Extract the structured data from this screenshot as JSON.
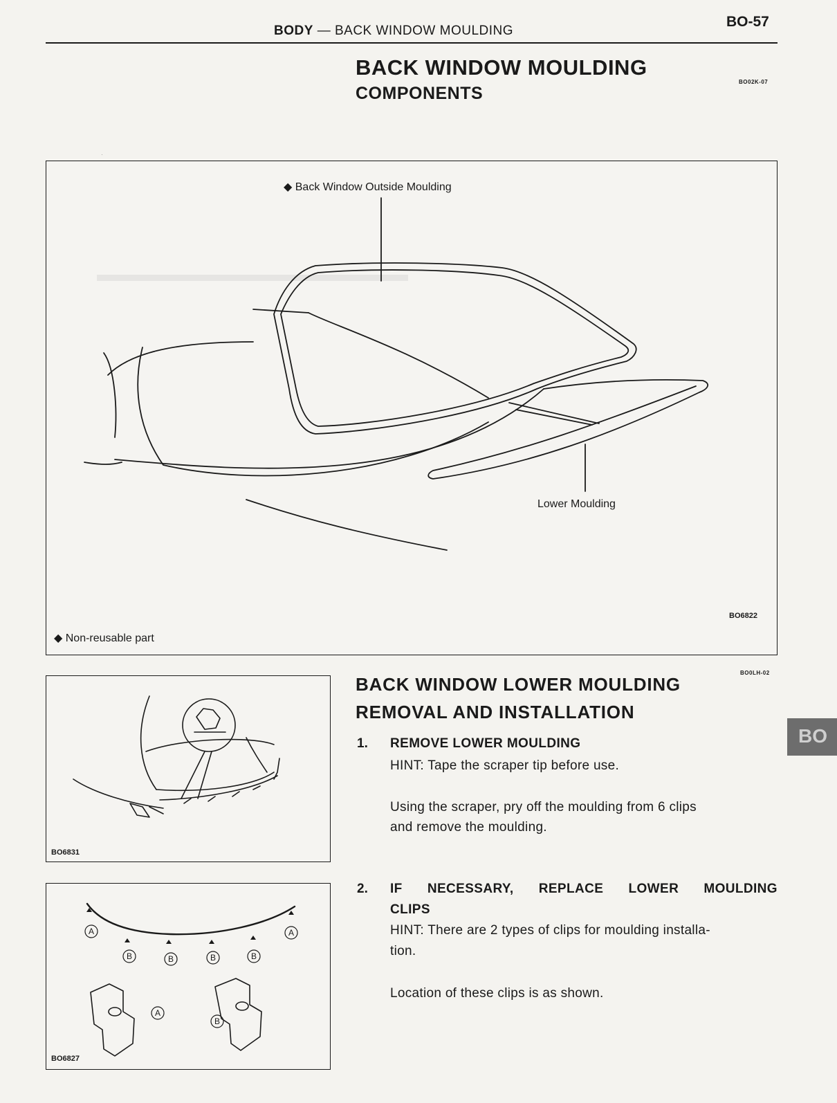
{
  "header": {
    "section": "BODY",
    "dash": "—",
    "topic": "BACK WINDOW MOULDING",
    "page_number": "BO-57"
  },
  "section": {
    "title": "BACK WINDOW MOULDING",
    "subtitle": "COMPONENTS",
    "code": "BO02K-07"
  },
  "figure1": {
    "label_outside": "◆ Back Window Outside Moulding",
    "label_lower": "Lower Moulding",
    "legend": "◆ Non-reusable part",
    "code": "BO6822"
  },
  "section2": {
    "title_line1": "BACK WINDOW LOWER MOULDING",
    "title_line2": "REMOVAL AND INSTALLATION",
    "code": "BO0LH-02"
  },
  "steps": [
    {
      "number": "1.",
      "heading": "REMOVE LOWER MOULDING",
      "hint": "HINT: Tape the scraper tip before use.",
      "text_line1": "Using the scraper, pry off the moulding from 6 clips",
      "text_line2": "and remove the moulding."
    },
    {
      "number": "2.",
      "heading_line1": "IF NECESSARY, REPLACE LOWER MOULDING",
      "heading_line2": "CLIPS",
      "hint_line1": "HINT: There are 2 types of clips for moulding installa-",
      "hint_line2": "tion.",
      "text": "Location of these clips is as shown."
    }
  ],
  "figure2": {
    "code": "BO6831"
  },
  "figure3": {
    "code": "BO6827",
    "clip_a": "A",
    "clip_b": "B"
  },
  "side_tab": "BO"
}
